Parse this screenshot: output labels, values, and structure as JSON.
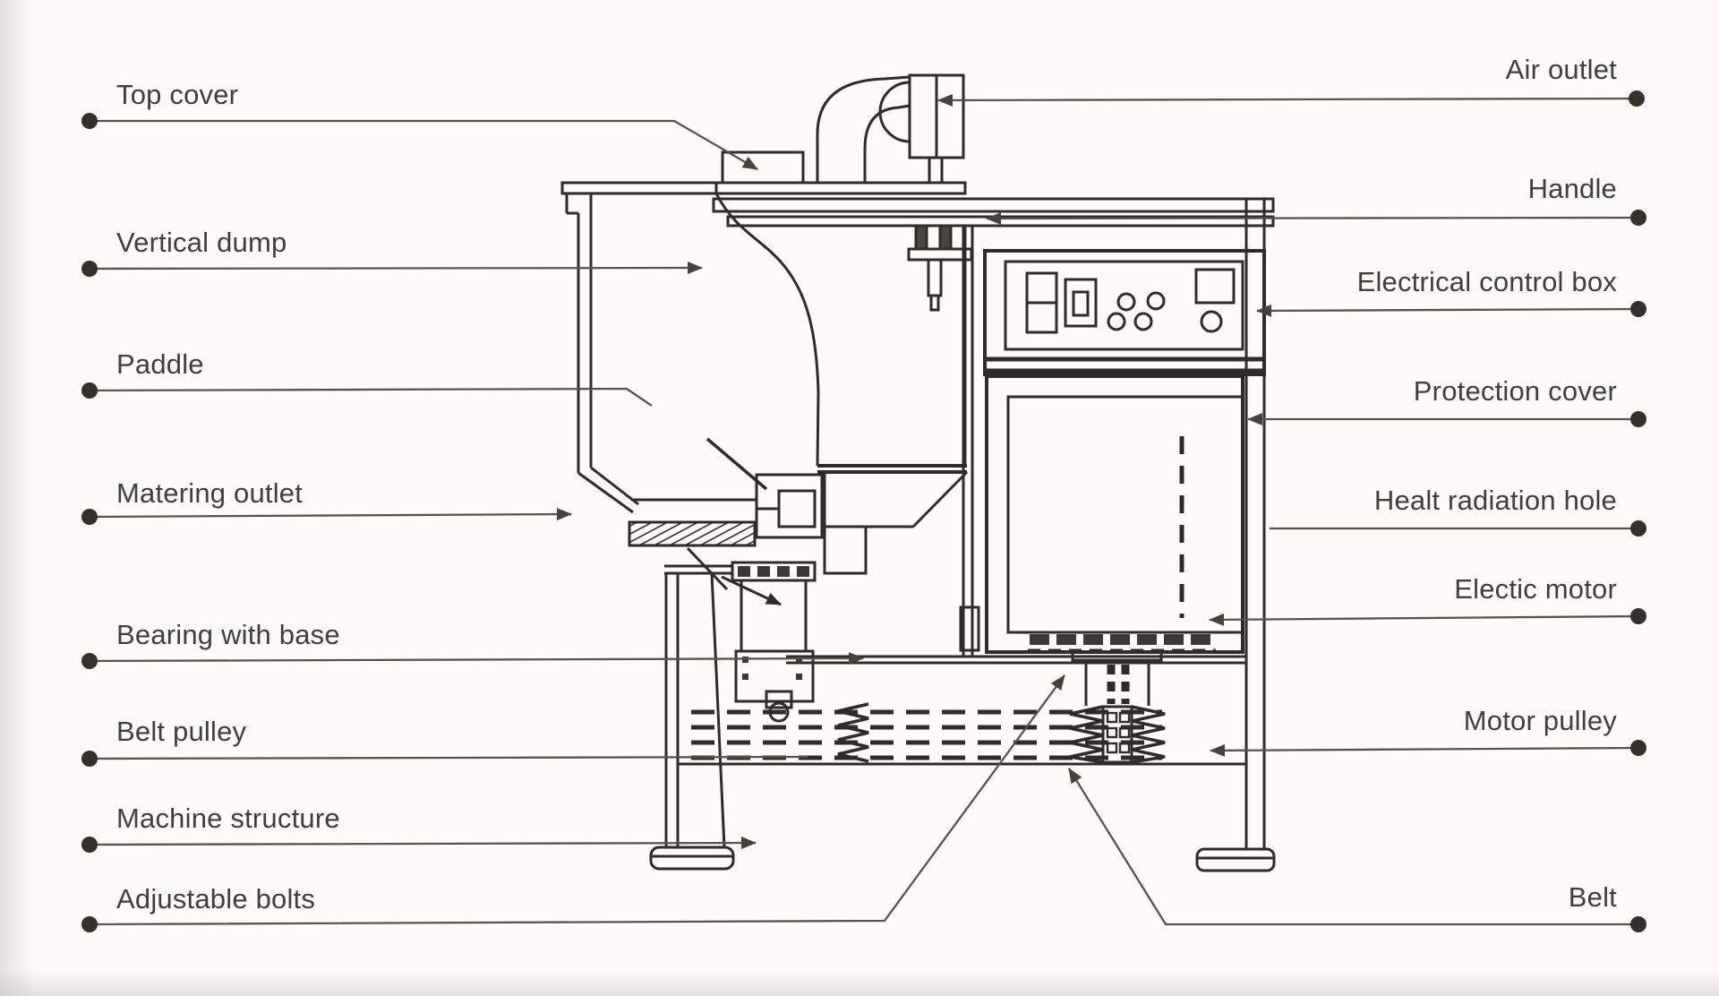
{
  "diagram": {
    "subject": "Vertical mixer machine labeled parts diagram",
    "style": {
      "background": "#fcfbf9",
      "line_color": "#2e2b28",
      "leader_color": "#56524d",
      "label_color": "#413e3a"
    },
    "left_labels": [
      {
        "text": "Top cover"
      },
      {
        "text": "Vertical dump"
      },
      {
        "text": "Paddle"
      },
      {
        "text": "Matering outlet"
      },
      {
        "text": "Bearing with base"
      },
      {
        "text": "Belt pulley"
      },
      {
        "text": "Machine structure"
      },
      {
        "text": "Adjustable bolts"
      }
    ],
    "right_labels": [
      {
        "text": "Air outlet"
      },
      {
        "text": "Handle"
      },
      {
        "text": "Electrical control box"
      },
      {
        "text": "Protection cover"
      },
      {
        "text": "Healt radiation hole"
      },
      {
        "text": "Electic motor"
      },
      {
        "text": "Motor pulley"
      },
      {
        "text": "Belt"
      }
    ]
  }
}
